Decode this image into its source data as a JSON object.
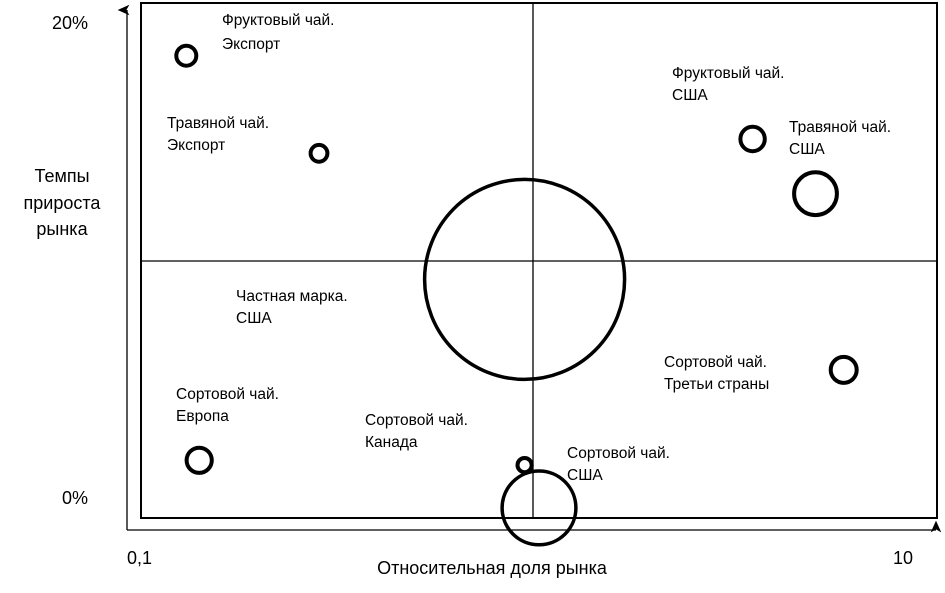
{
  "chart_data": {
    "type": "scatter",
    "title": "",
    "xlabel": "Относительная доля рынка",
    "ylabel": [
      "Темпы",
      "прироста",
      "рынка"
    ],
    "x_scale": "log",
    "xlim": [
      0.1,
      10
    ],
    "ylim": [
      0,
      20
    ],
    "x_tick_labels": [
      "0,1",
      "10"
    ],
    "y_tick_labels": [
      "0%",
      "20%"
    ],
    "grid": false,
    "divider": {
      "x": 1,
      "y": 10
    },
    "points": [
      {
        "name": [
          "Фруктовый чай.",
          "Экспорт"
        ],
        "x": 0.13,
        "y": 18.5,
        "size": 1.0
      },
      {
        "name": [
          "Травяной чай.",
          "Экспорт"
        ],
        "x": 0.28,
        "y": 14.4,
        "size": 0.7
      },
      {
        "name": [
          "Фруктовый чай.",
          "США"
        ],
        "x": 3.44,
        "y": 15.0,
        "size": 1.5
      },
      {
        "name": [
          "Травяной чай.",
          "США"
        ],
        "x": 4.95,
        "y": 12.7,
        "size": 4.6
      },
      {
        "name": [
          "Частная марка.",
          "США"
        ],
        "x": 0.92,
        "y": 9.1,
        "size": 100
      },
      {
        "name": [
          "Сортовой чай.",
          "Третьи страны"
        ],
        "x": 5.83,
        "y": 5.3,
        "size": 1.7
      },
      {
        "name": [
          "Сортовой чай.",
          "Европа"
        ],
        "x": 0.14,
        "y": 1.5,
        "size": 1.6
      },
      {
        "name": [
          "Сортовой чай.",
          "Канада"
        ],
        "x": 0.92,
        "y": 1.3,
        "size": 0.5
      },
      {
        "name": [
          "Сортовой чай.",
          "США"
        ],
        "x": 1.0,
        "y": -0.5,
        "size": 13.6
      }
    ]
  }
}
